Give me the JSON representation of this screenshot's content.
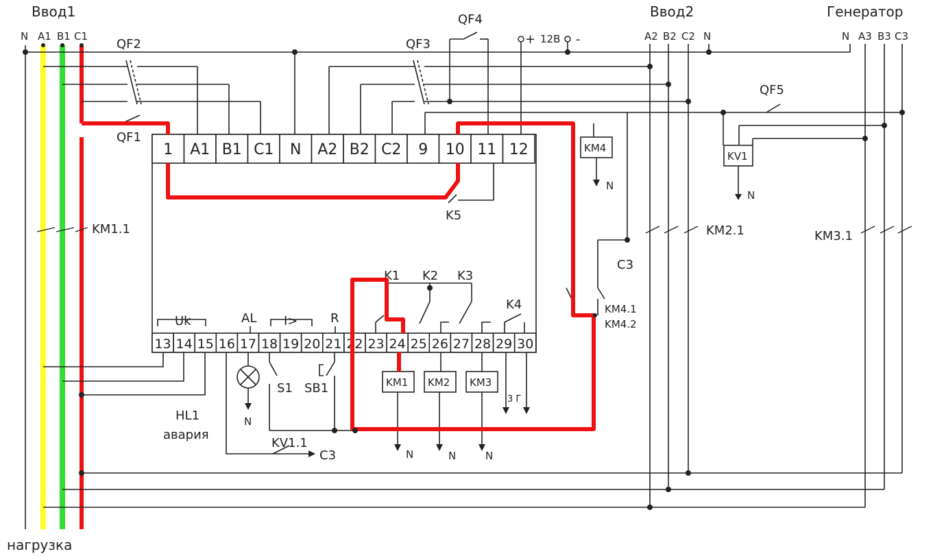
{
  "colors": {
    "phase_a": "#ffff22",
    "phase_b": "#33dd33",
    "phase_c": "#ee1111",
    "wire": "#222222"
  },
  "inputs": {
    "input1": {
      "title": "Ввод1",
      "n": "N",
      "a": "A1",
      "b": "B1",
      "c": "C1"
    },
    "input2": {
      "title": "Ввод2",
      "a": "A2",
      "b": "B2",
      "c": "C2",
      "n": "N"
    },
    "generator": {
      "title": "Генератор",
      "n": "N",
      "a": "A3",
      "b": "B3",
      "c": "C3"
    },
    "load": "нагрузка"
  },
  "breakers": {
    "qf1": "QF1",
    "qf2": "QF2",
    "qf3": "QF3",
    "qf4": "QF4",
    "qf5": "QF5"
  },
  "supply": {
    "plus": "+",
    "voltage": "12В",
    "minus": "-"
  },
  "top_terminals": [
    "1",
    "A1",
    "B1",
    "C1",
    "N",
    "A2",
    "B2",
    "C2",
    "9",
    "10",
    "11",
    "12"
  ],
  "bottom_terminals": [
    "13",
    "14",
    "15",
    "16",
    "17",
    "18",
    "19",
    "20",
    "21",
    "22",
    "23",
    "24",
    "25",
    "26",
    "27",
    "28",
    "29",
    "30"
  ],
  "group_labels": {
    "uk": "Uk",
    "al": "AL",
    "i": "I>",
    "r": "R",
    "k1": "K1",
    "k2": "K2",
    "k3": "K3",
    "k4": "K4",
    "k5": "K5"
  },
  "components": {
    "km1": "KM1",
    "km2": "KM2",
    "km3": "KM3",
    "km4": "KM4",
    "kv1": "KV1",
    "km1_1": "KM1.1",
    "km2_1": "KM2.1",
    "km3_1": "KM3.1",
    "km4_1": "KM4.1",
    "km4_2": "KM4.2",
    "kv1_1": "KV1.1",
    "s1": "S1",
    "sb1": "SB1",
    "hl1": "HL1",
    "alarm": "авария",
    "c3_a": "C3",
    "c3_b": "C3",
    "zg": "3 Г"
  },
  "neutral_labels": [
    "N",
    "N",
    "N",
    "N",
    "N",
    "N"
  ]
}
